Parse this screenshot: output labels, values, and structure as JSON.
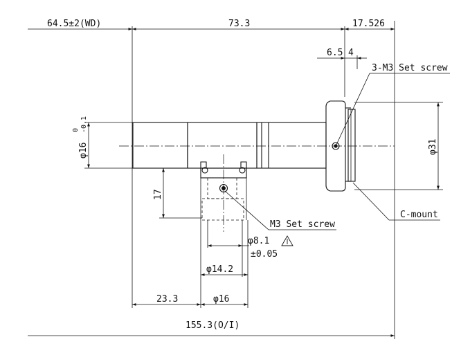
{
  "drawing": {
    "labels": {
      "wd": "64.5±2(WD)",
      "len_73_3": "73.3",
      "len_17_526": "17.526",
      "len_6_5": "6.5",
      "len_4": "4",
      "set_screw_3": "3-M3 Set screw",
      "dia_31": "φ31",
      "dia_16_tube": "φ16",
      "tol_upper": "0",
      "tol_lower": "-0.1",
      "height_17": "17",
      "m3_set_screw": "M3 Set screw",
      "dia_8_1": "φ8.1",
      "tol_pm": "±0.05",
      "c_mount": "C-mount",
      "dia_14_2": "φ14.2",
      "len_23_3": "23.3",
      "dia_16_port": "φ16",
      "total": "155.3(O/I)"
    }
  }
}
